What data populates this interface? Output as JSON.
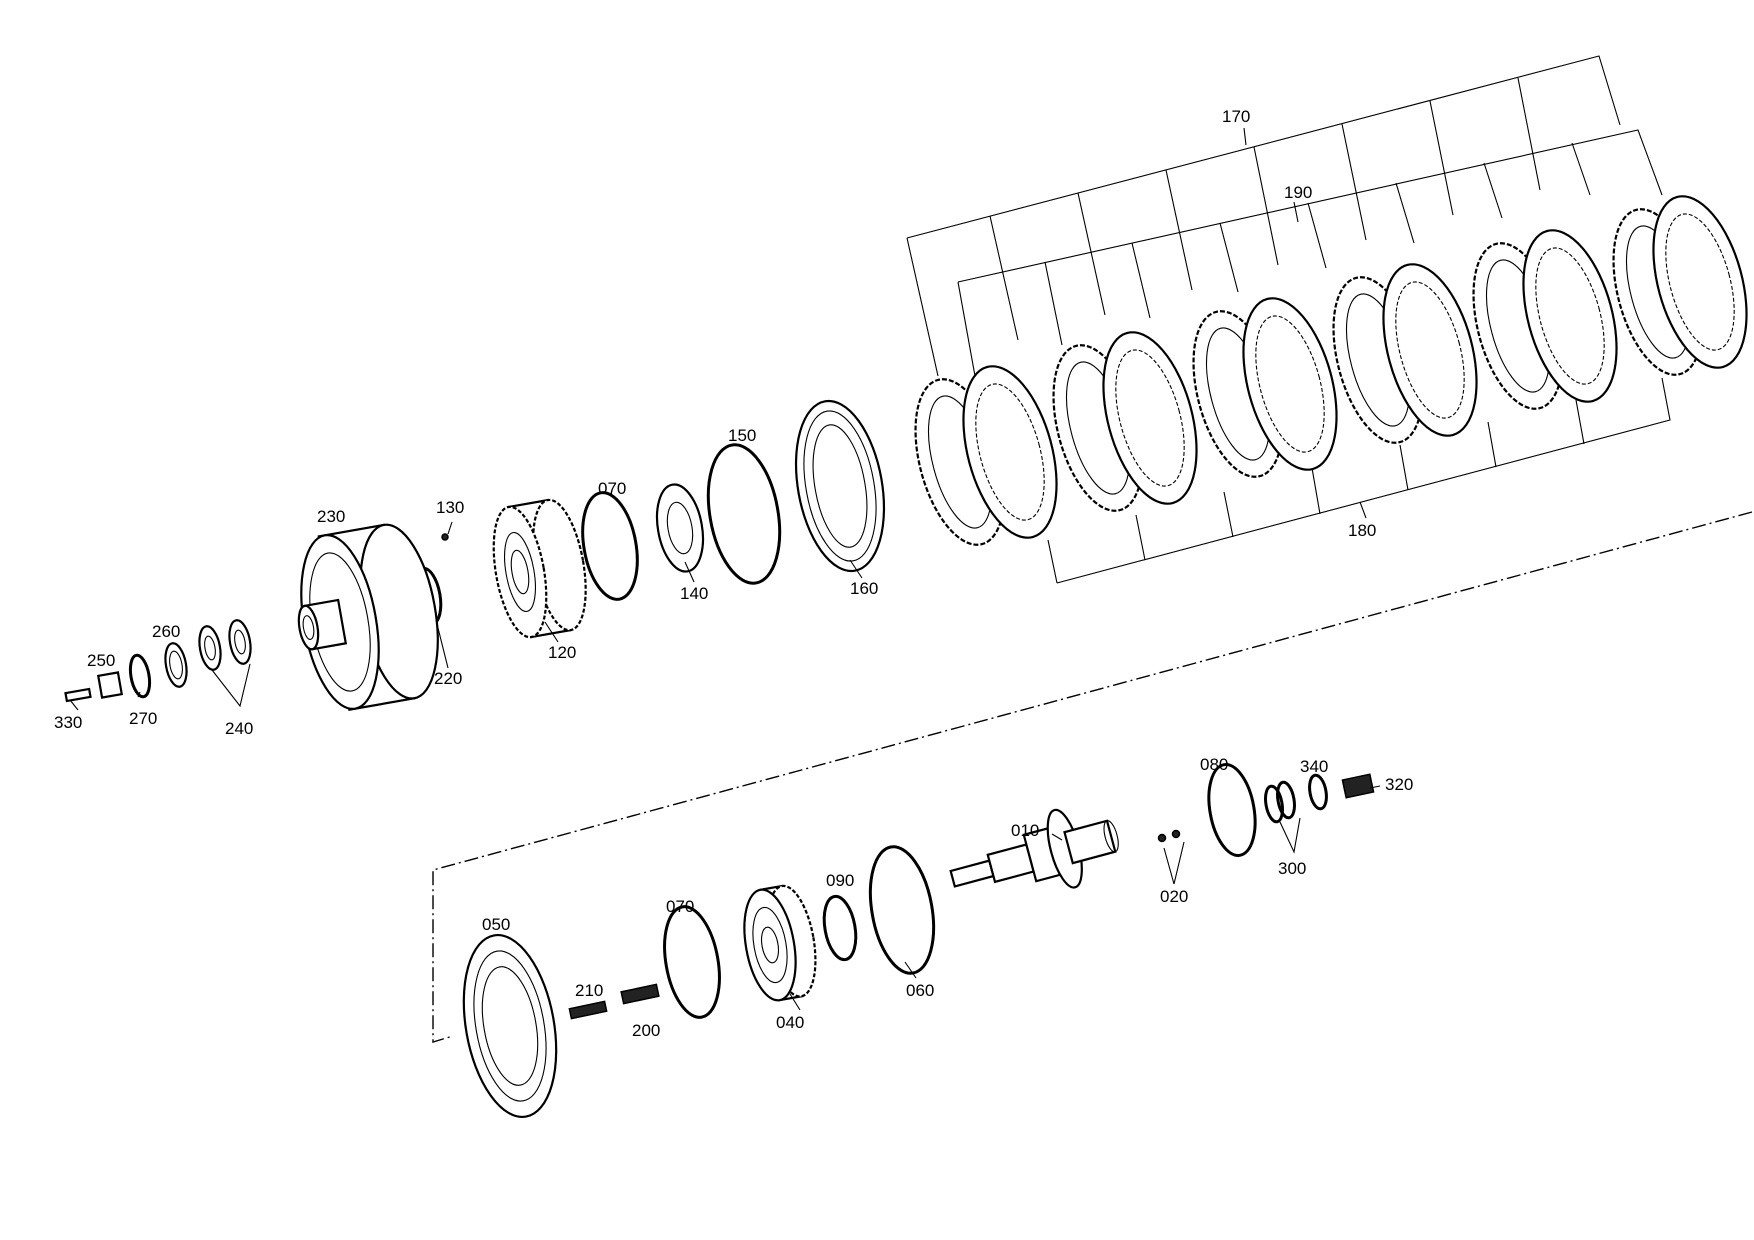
{
  "labels": {
    "l170": "170",
    "l190": "190",
    "l180": "180",
    "l230": "230",
    "l130": "130",
    "l070a": "070",
    "l150": "150",
    "l140": "140",
    "l160": "160",
    "l120": "120",
    "l220": "220",
    "l260": "260",
    "l250": "250",
    "l270": "270",
    "l240": "240",
    "l330": "330",
    "l050": "050",
    "l210": "210",
    "l200": "200",
    "l070b": "070",
    "l040": "040",
    "l090": "090",
    "l060": "060",
    "l010": "010",
    "l020": "020",
    "l080": "080",
    "l340": "340",
    "l320": "320",
    "l300": "300"
  }
}
